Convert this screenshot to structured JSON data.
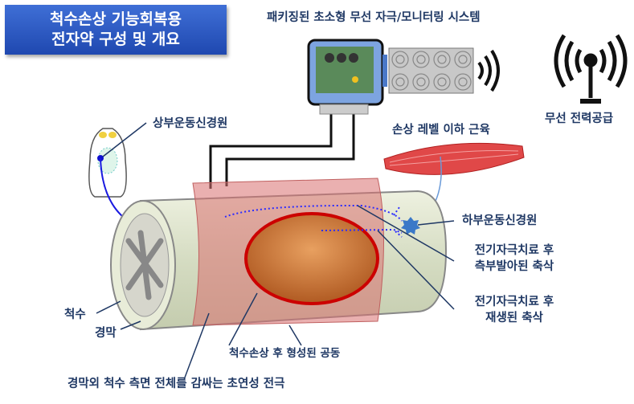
{
  "title": {
    "line1": "척수손상 기능회복용",
    "line2": "전자약 구성 및 개요"
  },
  "labels": {
    "device": "패키징된 초소형 무선 자극/모니터링 시스템",
    "wireless_power": "무선 전력공급",
    "upper_motor": "상부운동신경원",
    "muscle": "손상 레벨 이하 근육",
    "lower_motor": "하부운동신경원",
    "sprouted_1": "전기자극치료 후",
    "sprouted_2": "측부발아된 축삭",
    "regen_1": "전기자극치료 후",
    "regen_2": "재생된 축삭",
    "spinal_cord": "척수",
    "dura": "경막",
    "cavity": "척수손상 후 형성된 공동",
    "electrode": "경막외 척수 측면 전체를 감싸는 초연성 전극"
  },
  "colors": {
    "label": "#1f3864",
    "title_bg": "#2a56c0",
    "lesion": "#cc0000",
    "axon": "#2b2bff"
  }
}
